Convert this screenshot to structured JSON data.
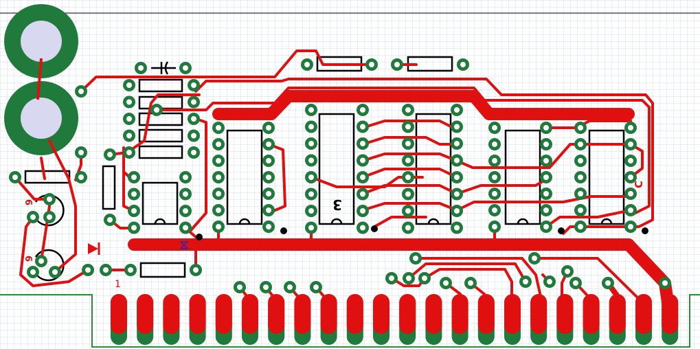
{
  "canvas": {
    "title": "",
    "background": "#ffffff",
    "grid_color": "#c9cde8",
    "top_border_color": "#000000"
  },
  "colors": {
    "trace": "#e01010",
    "pad_ring": "#1f7a3c",
    "pad_hole": "#ffffff",
    "finger_copper": "#1f7a3c",
    "finger_top": "#e01010",
    "outline": "#2e8b3a",
    "silkscreen": "#000000",
    "mount_hole": "#d8d8f0",
    "marker": "#e01010",
    "via": "#000000"
  },
  "labels": {
    "ic_marker": "3",
    "pin_one": "1",
    "led_a": "6",
    "led_b": "6",
    "diode_icon": "diode-icon",
    "bridge_icon": "jumper-icon",
    "small_c": "C"
  },
  "edge_connector": {
    "finger_count": 22
  }
}
